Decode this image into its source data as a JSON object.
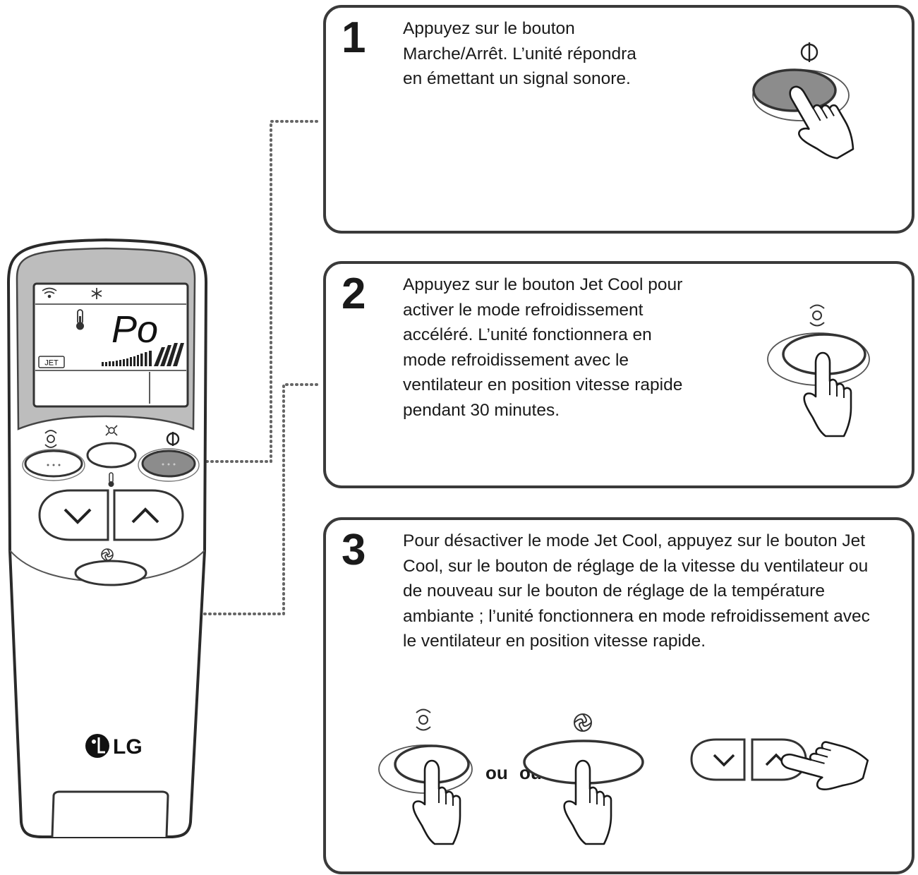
{
  "steps": [
    {
      "number": "1",
      "lines": [
        "Appuyez sur le bouton",
        "Marche/Arrêt. L’unité répondra",
        "en émettant un signal sonore."
      ]
    },
    {
      "number": "2",
      "lines": [
        "Appuyez sur le bouton Jet Cool pour",
        "activer le mode refroidissement",
        "accéléré. L’unité fonctionnera en",
        "mode refroidissement avec le",
        "ventilateur en position vitesse rapide",
        "pendant 30 minutes."
      ]
    },
    {
      "number": "3",
      "lines": [
        "Pour désactiver le mode Jet Cool, appuyez sur le bouton Jet",
        "Cool, sur le bouton de réglage de la vitesse du ventilateur ou",
        "de nouveau sur le bouton de réglage de la température",
        "ambiante ; l’unité fonctionnera en mode refroidissement avec",
        "le ventilateur en position vitesse rapide."
      ]
    }
  ],
  "or_labels": [
    "ou",
    "ou"
  ],
  "remote": {
    "display_text": "Po",
    "jet_badge": "JET",
    "brand": "LG"
  },
  "icons": {
    "power": "power-icon",
    "jet_cool": "jet-cool-icon",
    "fan": "fan-icon",
    "temperature": "thermometer-icon",
    "hand": "pointing-hand-icon"
  }
}
